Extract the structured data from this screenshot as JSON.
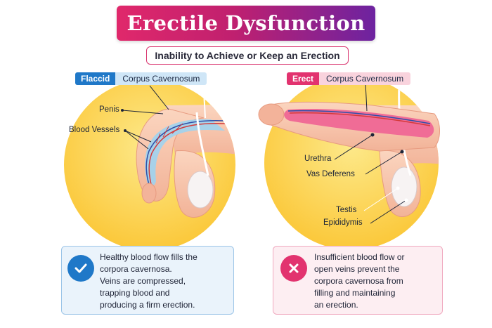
{
  "title": "Erectile Dysfunction",
  "subtitle": "Inability to Achieve or Keep an Erection",
  "flaccid_panel": {
    "tag": "Flaccid",
    "structure_label": "Corpus Cavernosum",
    "labels": {
      "penis": "Penis",
      "blood_vessels": "Blood Vessels"
    }
  },
  "erect_panel": {
    "tag": "Erect",
    "structure_label": "Corpus Cavernosum",
    "labels": {
      "urethra": "Urethra",
      "vas_deferens": "Vas Deferens",
      "testis": "Testis",
      "epididymis": "Epididymis"
    }
  },
  "healthy_box": {
    "icon": "checkmark-icon",
    "lines": [
      "Healthy blood flow fills the",
      "corpora cavernosa.",
      "Veins are compressed,",
      "trapping blood and",
      "producing a firm erection."
    ]
  },
  "insufficient_box": {
    "icon": "x-mark-icon",
    "lines": [
      "Insufficient blood flow or",
      "open veins prevent the",
      "corpora cavernosa from",
      "filling and maintaining",
      "an erection."
    ]
  },
  "colors": {
    "flaccid_accent": "#1f78c8",
    "erect_accent": "#e2336f",
    "circle_fill": "#fcd24a",
    "skin": "#f8c7ae"
  }
}
